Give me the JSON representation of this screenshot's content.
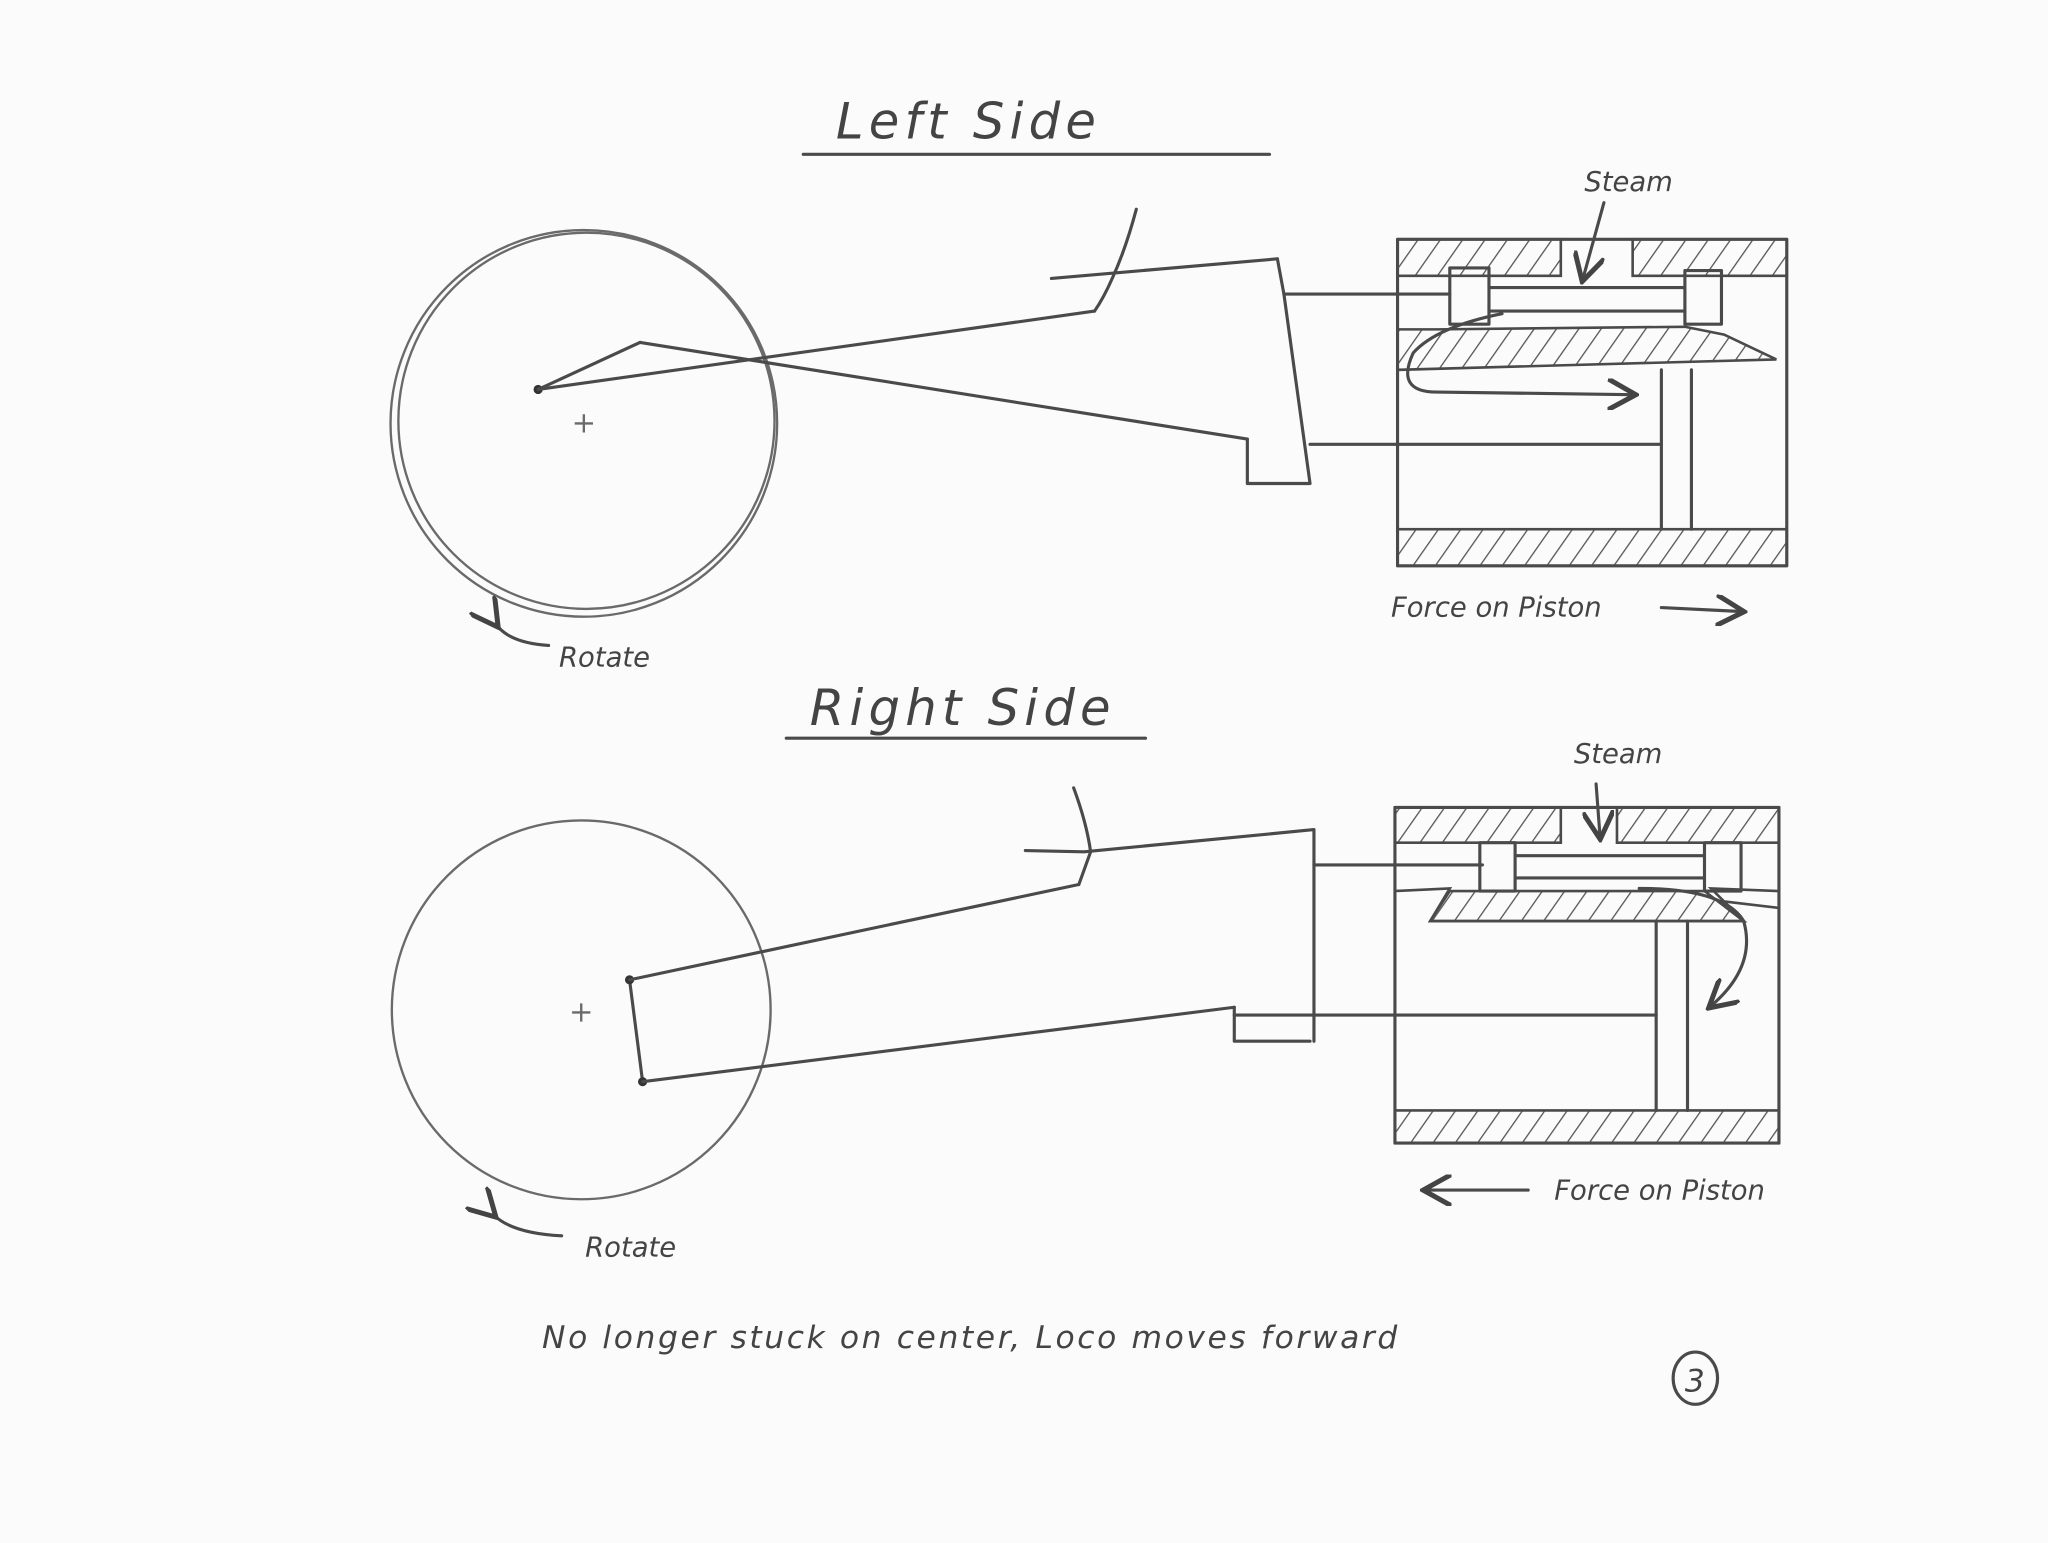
{
  "left_side": {
    "title": "Left Side",
    "steam_label": "Steam",
    "force_label": "Force on Piston",
    "rotate_label": "Rotate"
  },
  "right_side": {
    "title": "Right Side",
    "steam_label": "Steam",
    "force_label": "Force on Piston",
    "rotate_label": "Rotate"
  },
  "footer": {
    "note": "No longer stuck on center, Loco moves forward",
    "page_number": "3"
  }
}
